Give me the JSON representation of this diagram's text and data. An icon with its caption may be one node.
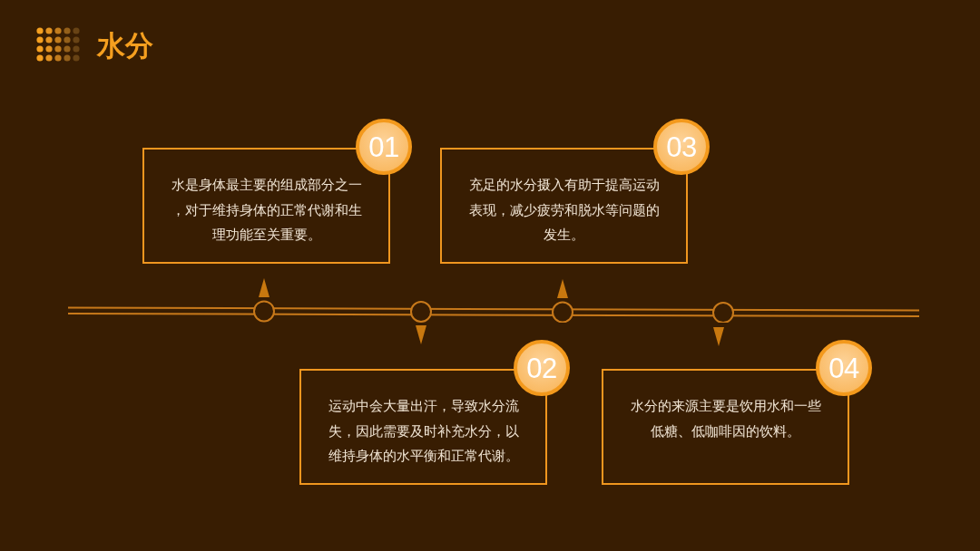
{
  "diagram": {
    "title": "水分",
    "nodes": [
      {
        "text": [
          "01"
        ]
      },
      {
        "text": [
          "水是身体最主要的组成部分之一，对于维持身体的正常代谢和生理功能至关重要。"
        ]
      },
      {
        "text": [
          "02"
        ]
      },
      {
        "text": [
          "运动中会大量出汗，导致水分流失，因此需要及时补充水分，以维持身体的水平衡和正常代谢。"
        ]
      },
      {
        "text": [
          "03"
        ]
      },
      {
        "text": [
          "充足的水分摄入有助于提高运动表现，减少疲劳和脱水等问题的发生。"
        ]
      },
      {
        "text": [
          "04"
        ]
      },
      {
        "text": [
          "水分的来源主要是饮用水和一些低糖、低咖啡因的饮料。"
        ]
      }
    ]
  }
}
